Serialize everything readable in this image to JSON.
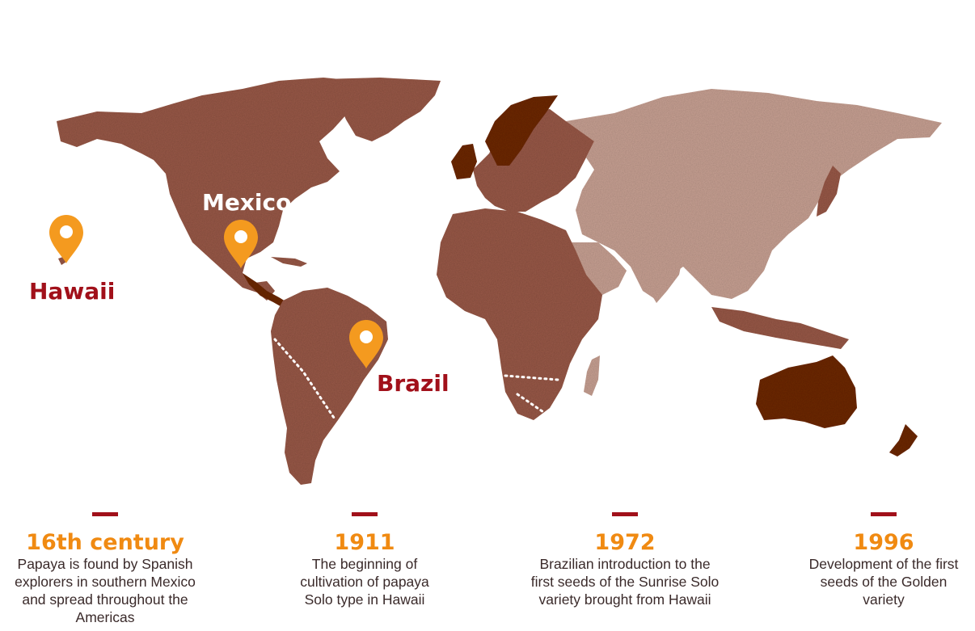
{
  "colors": {
    "land_dark": "#6e2a10",
    "land_mid": "#9a5a48",
    "land_light": "#c9a294",
    "pin": "#f49a1f",
    "label_dark_red": "#a1101a",
    "label_white": "#ffffff",
    "tick": "#a1101a",
    "year": "#f08a12"
  },
  "locations": [
    {
      "name": "Hawaii",
      "icon": "location-pin-icon"
    },
    {
      "name": "Mexico",
      "icon": "location-pin-icon"
    },
    {
      "name": "Brazil",
      "icon": "location-pin-icon"
    }
  ],
  "timeline": [
    {
      "year": "16th century",
      "description": [
        "Papaya is found by Spanish",
        "explorers in southern Mexico",
        "and spread throughout the",
        "Americas"
      ]
    },
    {
      "year": "1911",
      "description": [
        "The beginning of",
        "cultivation of papaya",
        "Solo type in Hawaii"
      ]
    },
    {
      "year": "1972",
      "description": [
        "Brazilian introduction to the",
        "first seeds of the Sunrise Solo",
        "variety brought from Hawaii"
      ]
    },
    {
      "year": "1996",
      "description": [
        "Development of the first",
        "seeds of the Golden",
        "variety"
      ]
    }
  ]
}
